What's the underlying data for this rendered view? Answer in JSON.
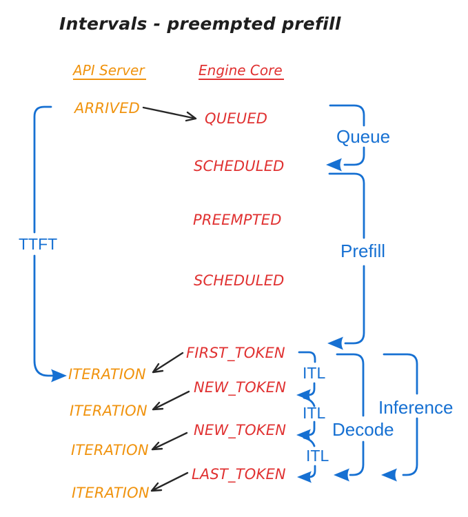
{
  "title": "Intervals - preempted prefill",
  "columns": {
    "api_server": {
      "header": "API Server",
      "events": [
        "ARRIVED",
        "ITERATION",
        "ITERATION",
        "ITERATION",
        "ITERATION"
      ]
    },
    "engine_core": {
      "header": "Engine Core",
      "events": [
        "QUEUED",
        "SCHEDULED",
        "PREEMPTED",
        "SCHEDULED",
        "FIRST_TOKEN",
        "NEW_TOKEN",
        "NEW_TOKEN",
        "LAST_TOKEN"
      ]
    }
  },
  "intervals": {
    "ttft": "TTFT",
    "queue": "Queue",
    "prefill": "Prefill",
    "itl_labels": [
      "ITL",
      "ITL",
      "ITL"
    ],
    "decode": "Decode",
    "inference": "Inference"
  },
  "edges": [
    {
      "from": "ARRIVED",
      "to": "QUEUED",
      "style": "black-arrow"
    },
    {
      "from": "FIRST_TOKEN",
      "to": "ITERATION-1",
      "style": "black-arrow"
    },
    {
      "from": "NEW_TOKEN-1",
      "to": "ITERATION-2",
      "style": "black-arrow"
    },
    {
      "from": "NEW_TOKEN-2",
      "to": "ITERATION-3",
      "style": "black-arrow"
    },
    {
      "from": "LAST_TOKEN",
      "to": "ITERATION-4",
      "style": "black-arrow"
    },
    {
      "interval": "TTFT",
      "span": "ARRIVED to ITERATION-1",
      "style": "blue-bracket"
    },
    {
      "interval": "Queue",
      "span": "QUEUED to SCHEDULED",
      "style": "blue-bracket"
    },
    {
      "interval": "Prefill",
      "span": "SCHEDULED to FIRST_TOKEN",
      "style": "blue-bracket"
    },
    {
      "interval": "ITL",
      "span": "FIRST_TOKEN to NEW_TOKEN",
      "style": "blue-bracket"
    },
    {
      "interval": "ITL",
      "span": "NEW_TOKEN to NEW_TOKEN",
      "style": "blue-bracket"
    },
    {
      "interval": "ITL",
      "span": "NEW_TOKEN to LAST_TOKEN",
      "style": "blue-bracket"
    },
    {
      "interval": "Decode",
      "span": "FIRST_TOKEN to LAST_TOKEN",
      "style": "blue-bracket"
    },
    {
      "interval": "Inference",
      "span": "FIRST_TOKEN to LAST_TOKEN",
      "style": "blue-bracket"
    }
  ],
  "colors": {
    "orange": "#f0930e",
    "red": "#e03131",
    "blue": "#1670d2",
    "ink": "#272727",
    "background": "#ffffff"
  }
}
